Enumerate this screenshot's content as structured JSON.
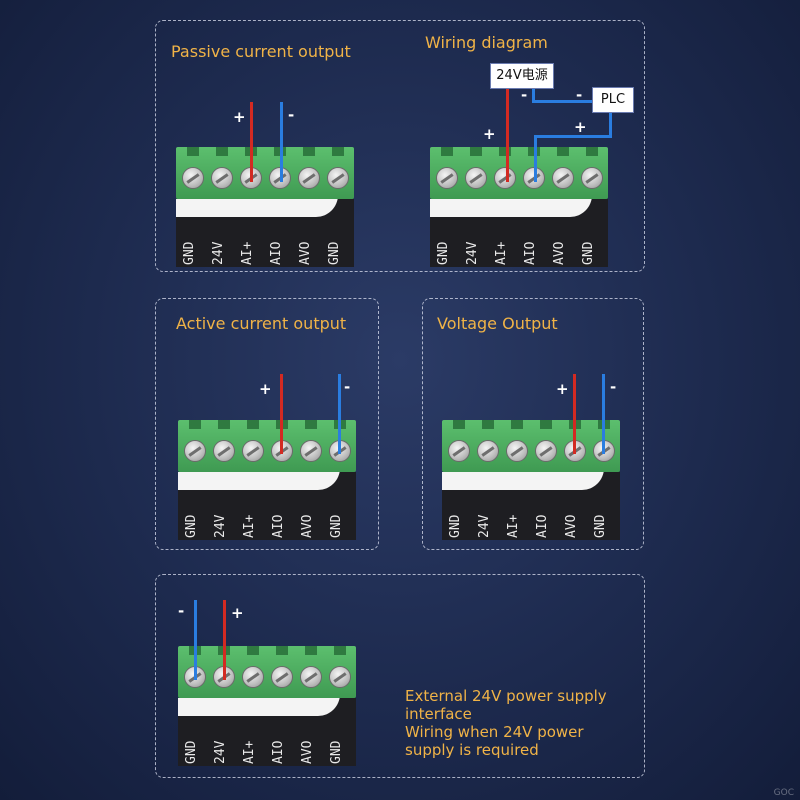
{
  "labels": [
    "GND",
    "24V",
    "AI+",
    "AIO",
    "AVO",
    "GND"
  ],
  "panels": {
    "passive_title": "Passive current output",
    "wiring_title": "Wiring diagram",
    "active_title": "Active current output",
    "voltage_title": "Voltage Output"
  },
  "wiring": {
    "power_box": "24V电源",
    "plc_box": "PLC"
  },
  "signs": {
    "plus": "+",
    "minus": "-"
  },
  "note": {
    "line1": "External 24V power supply",
    "line2": "interface",
    "line3": "Wiring when 24V power",
    "line4": "supply is required"
  },
  "colors": {
    "positive_wire": "#d32a22",
    "negative_wire": "#2a7de0",
    "title": "#f0b347",
    "terminal": "#4caf5f"
  },
  "watermark": "GOC"
}
